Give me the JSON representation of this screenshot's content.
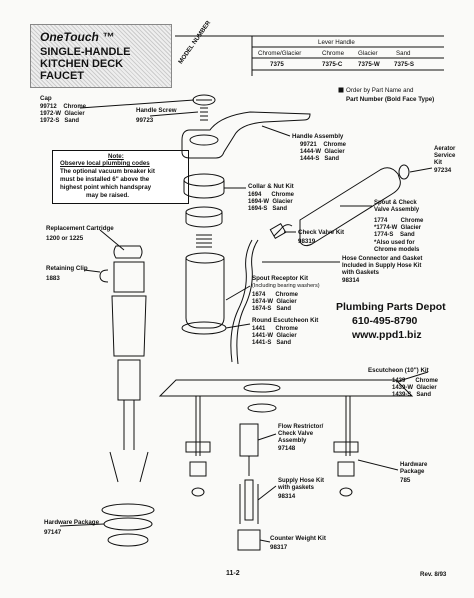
{
  "header": {
    "brand": "OneTouch ™",
    "title_lines": [
      "SINGLE-HANDLE",
      "KITCHEN DECK",
      "FAUCET"
    ],
    "model_label": "MODEL NUMBER",
    "lever_handle": "Lever Handle",
    "columns": [
      "Chrome/Glacier",
      "Chrome",
      "Glacier",
      "Sand"
    ],
    "models": [
      "7375",
      "7375-C",
      "7375-W",
      "7375-S"
    ]
  },
  "order_note": {
    "line1": "Order by Part Name and",
    "line2": "Part Number (Bold Face Type)"
  },
  "note": {
    "title": "Note:",
    "line1": "Observe local plumbing codes",
    "line2": "The optional vacuum breaker kit",
    "line3": "must be installed 6\" above the",
    "line4": "highest point which handspray",
    "line5": "may be raised."
  },
  "parts": {
    "cap": {
      "name": "Cap",
      "nums": "99712    Chrome\n1972-W  Glacier\n1972-S   Sand"
    },
    "handle_screw": {
      "name": "Handle Screw",
      "num": "99723"
    },
    "handle_assembly": {
      "name": "Handle Assembly",
      "nums": "99721    Chrome\n1444-W  Glacier\n1444-S   Sand"
    },
    "aerator": {
      "name": "Aerator\nService\nKit",
      "num": "97234"
    },
    "collar_nut": {
      "name": "Collar & Nut Kit",
      "nums": "1694      Chrome\n1694-W  Glacier\n1694-S   Sand"
    },
    "spout_check": {
      "name": "Spout & Check\nValve Assembly",
      "nums": "1774        Chrome\n*1774-W  Glacier\n1774-S    Sand"
    },
    "also_used": "*Also used for\nChrome models",
    "check_valve": {
      "name": "Check Valve Kit",
      "num": "98319"
    },
    "replacement_cartridge": {
      "name": "Replacement Cartridge",
      "num": "1200 or 1225"
    },
    "hose_connector": {
      "name": "Hose Connector and Gasket\nIncluded in Supply Hose Kit\nwith Gaskets",
      "num": "98314"
    },
    "retaining_clip": {
      "name": "Retaining Clip",
      "num": "1883"
    },
    "spout_receptor": {
      "name": "Spout Receptor Kit",
      "sub": "(Including bearing washers)",
      "nums": "1674      Chrome\n1674-W  Glacier\n1674-S   Sand"
    },
    "round_escutcheon": {
      "name": "Round Escutcheon Kit",
      "nums": "1441      Chrome\n1441-W  Glacier\n1441-S   Sand"
    },
    "escutcheon_10": {
      "name": "Escutcheon (10\") Kit",
      "nums": "1439      Chrome\n1439-W  Glacier\n1439-S   Sand"
    },
    "flow_restrictor": {
      "name": "Flow Restrictor/\nCheck Valve\nAssembly",
      "num": "97148"
    },
    "hardware_package_right": {
      "name": "Hardware\nPackage",
      "num": "785"
    },
    "supply_hose": {
      "name": "Supply Hose Kit\nwith gaskets",
      "num": "98314"
    },
    "hardware_package_left": {
      "name": "Hardware Package",
      "num": "97147"
    },
    "counter_weight": {
      "name": "Counter Weight Kit",
      "num": "98317"
    }
  },
  "dealer": {
    "name": "Plumbing Parts Depot",
    "phone": "610-495-8790",
    "url": "www.ppd1.biz"
  },
  "footer": {
    "page": "11-2",
    "rev": "Rev. 8/93"
  }
}
